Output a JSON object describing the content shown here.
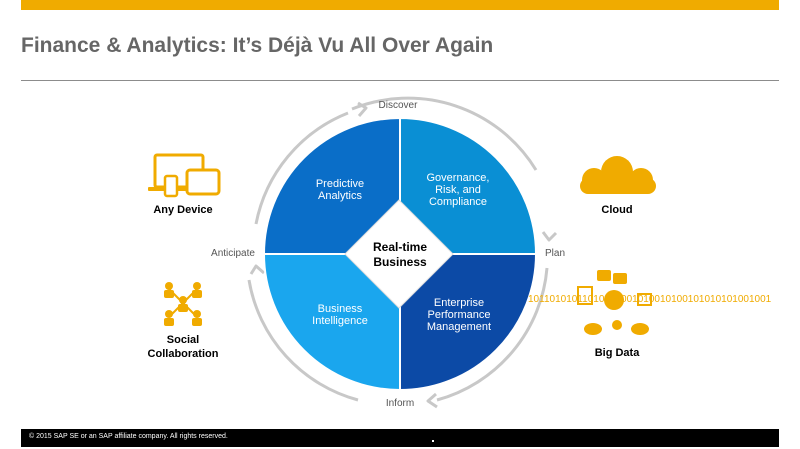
{
  "slide": {
    "title": "Finance & Analytics: It’s Déjà Vu All Over Again",
    "footer": "© 2015 SAP SE or an SAP affiliate company. All rights reserved."
  },
  "cycle": {
    "top": "Discover",
    "right": "Plan",
    "bottom": "Inform",
    "left": "Anticipate"
  },
  "segments": {
    "top_left": {
      "line1": "Predictive",
      "line2": "Analytics",
      "color": "#0a6ec8"
    },
    "top_right": {
      "line1": "Governance,",
      "line2": "Risk, and",
      "line3": "Compliance",
      "color": "#0a8fd4"
    },
    "bottom_right": {
      "line1": "Enterprise",
      "line2": "Performance",
      "line3": "Management",
      "color": "#0c4aa6"
    },
    "bottom_left": {
      "line1": "Business",
      "line2": "Intelligence",
      "color": "#1aa6ee"
    }
  },
  "center": {
    "line1": "Real-time",
    "line2": "Business"
  },
  "side_items": {
    "any_device": {
      "label": "Any Device",
      "icon": "devices-icon"
    },
    "cloud": {
      "label": "Cloud",
      "icon": "cloud-icon"
    },
    "social": {
      "line1": "Social",
      "line2": "Collaboration",
      "icon": "social-network-icon"
    },
    "big_data": {
      "label": "Big Data",
      "icon": "big-data-icon"
    }
  },
  "big_data_binary": "10110101011010101001010010100101010101001001",
  "colors": {
    "accent": "#f0ab00",
    "title": "#666666"
  }
}
